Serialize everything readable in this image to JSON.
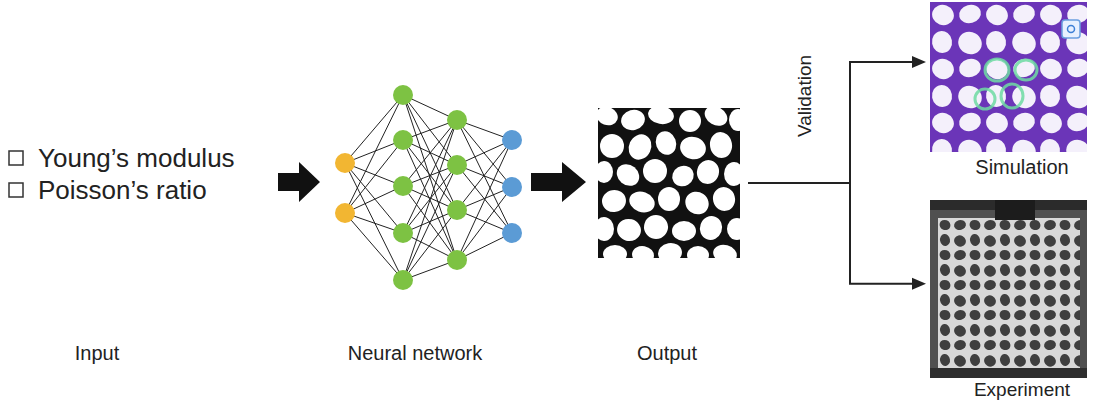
{
  "diagram": {
    "nodes": [
      {
        "text": [
          "Young’s modulus",
          "Poisson’s ratio",
          "Input"
        ]
      },
      {
        "text": [
          "Neural network"
        ]
      },
      {
        "text": [
          "Output"
        ]
      },
      {
        "text": [
          "Simulation"
        ]
      },
      {
        "text": [
          "Experiment"
        ]
      }
    ],
    "edges": [
      {
        "from": 0,
        "to": 1,
        "arrow": "to"
      },
      {
        "from": 1,
        "to": 2,
        "arrow": "to"
      },
      {
        "from": 2,
        "to": 3,
        "arrow": "to",
        "label": "Validation"
      },
      {
        "from": 2,
        "to": 4,
        "arrow": "to"
      }
    ]
  }
}
